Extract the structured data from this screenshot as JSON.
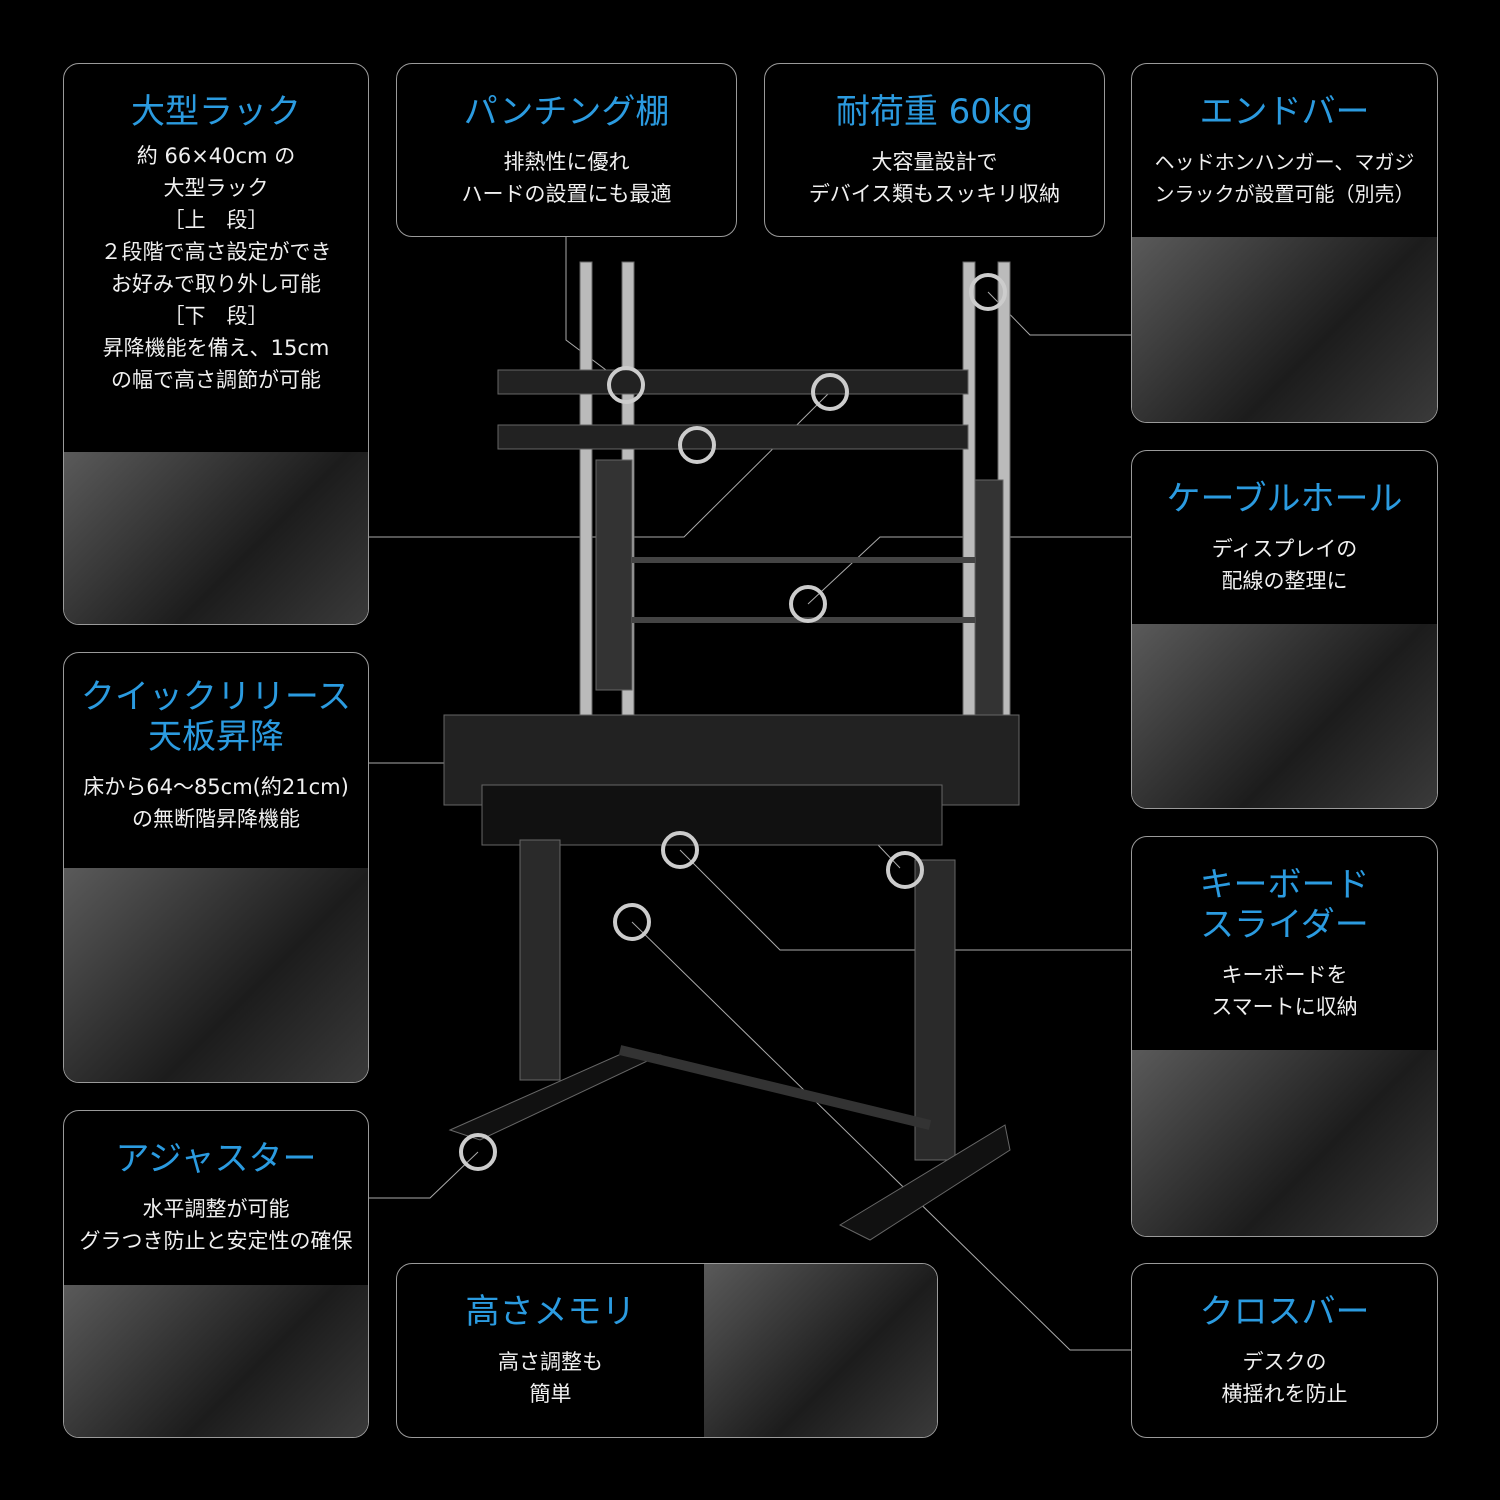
{
  "colors": {
    "title": "#2b9be0",
    "border": "#9a9a9a",
    "background": "#000000"
  },
  "cards": [
    {
      "title": "大型ラック",
      "text": "約 66×40cm の\n大型ラック\n［上　段］\n２段階で高さ設定ができ\nお好みで取り外し可能\n［下　段］\n昇降機能を備え、15cm\nの幅で高さ調節が可能"
    },
    {
      "title": "パンチング棚",
      "text": "排熱性に優れ\nハードの設置にも最適"
    },
    {
      "title": "耐荷重 60kg",
      "text": "大容量設計で\nデバイス類もスッキリ収納"
    },
    {
      "title": "エンドバー",
      "text": "ヘッドホンハンガー、マガジ\nンラックが設置可能（別売）"
    },
    {
      "title": "ケーブルホール",
      "text": "ディスプレイの\n配線の整理に"
    },
    {
      "title": "クイックリリース\n天板昇降",
      "text": "床から64〜85cm(約21cm)\nの無断階昇降機能"
    },
    {
      "title": "キーボード\nスライダー",
      "text": "キーボードを\nスマートに収納"
    },
    {
      "title": "アジャスター",
      "text": "水平調整が可能\nグラつき防止と安定性の確保"
    },
    {
      "title": "高さメモリ",
      "text": "高さ調整も\n簡単"
    },
    {
      "title": "クロスバー",
      "text": "デスクの\n横揺れを防止"
    }
  ]
}
